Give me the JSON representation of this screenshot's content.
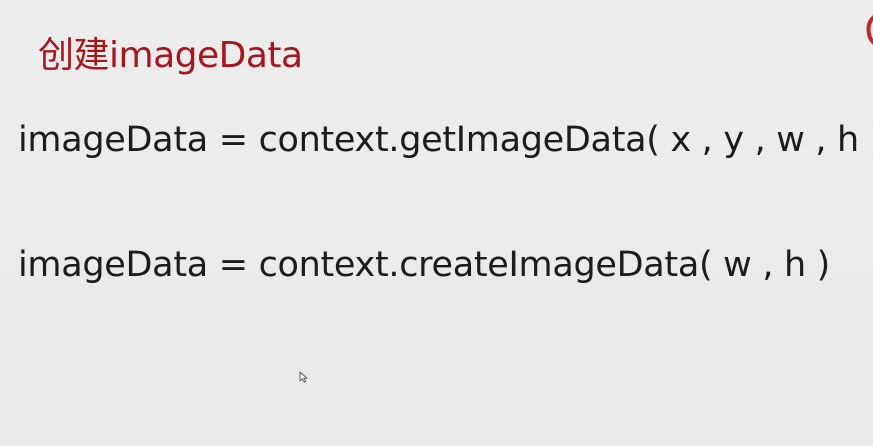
{
  "slide": {
    "title": "创建imageData",
    "code_lines": [
      "imageData = context.getImageData( x , y , w , h )",
      "imageData = context.createImageData( w , h )"
    ]
  },
  "colors": {
    "title": "#a8151c",
    "text": "#1c1c1c",
    "background": "#ebebeb"
  },
  "icons": {
    "cursor": "mouse-pointer-icon",
    "corner": "red-arc-decoration"
  }
}
